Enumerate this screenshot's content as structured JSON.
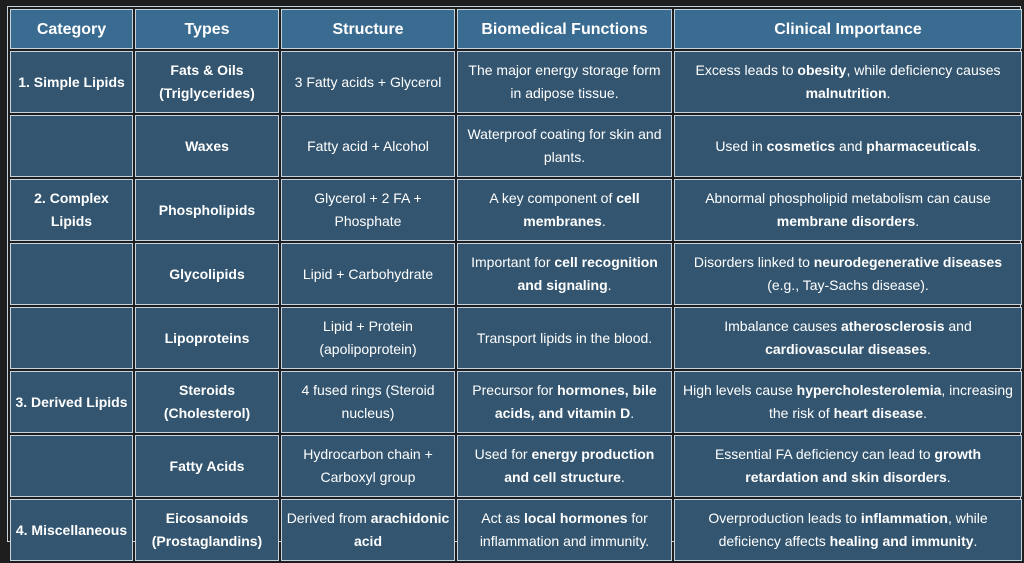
{
  "table": {
    "headers": [
      "Category",
      "Types",
      "Structure",
      "Biomedical Functions",
      "Clinical Importance"
    ],
    "colors": {
      "header_bg": "#3a6b91",
      "cell_bg": "#33556f",
      "border": "#c6d2dd",
      "text": "#ffffff"
    },
    "rows": [
      {
        "category": "1. Simple Lipids",
        "type": "Fats & Oils (Triglycerides)",
        "structure": [
          {
            "t": "3 Fatty acids + Glycerol"
          }
        ],
        "function": [
          {
            "t": "The major energy storage form in adipose tissue."
          }
        ],
        "clinical": [
          {
            "t": "Excess leads to "
          },
          {
            "t": "obesity",
            "b": true
          },
          {
            "t": ", while deficiency causes "
          },
          {
            "t": "malnutrition",
            "b": true
          },
          {
            "t": "."
          }
        ]
      },
      {
        "category": "",
        "type": "Waxes",
        "structure": [
          {
            "t": "Fatty acid + Alcohol"
          }
        ],
        "function": [
          {
            "t": "Waterproof coating for skin and plants."
          }
        ],
        "clinical": [
          {
            "t": "Used in "
          },
          {
            "t": "cosmetics",
            "b": true
          },
          {
            "t": " and "
          },
          {
            "t": "pharmaceuticals",
            "b": true
          },
          {
            "t": "."
          }
        ]
      },
      {
        "category": "2. Complex Lipids",
        "type": "Phospholipids",
        "structure": [
          {
            "t": "Glycerol + 2 FA + Phosphate"
          }
        ],
        "function": [
          {
            "t": "A key component of "
          },
          {
            "t": "cell membranes",
            "b": true
          },
          {
            "t": "."
          }
        ],
        "clinical": [
          {
            "t": "Abnormal phospholipid metabolism can cause "
          },
          {
            "t": "membrane disorders",
            "b": true
          },
          {
            "t": "."
          }
        ]
      },
      {
        "category": "",
        "type": "Glycolipids",
        "structure": [
          {
            "t": "Lipid + Carbohydrate"
          }
        ],
        "function": [
          {
            "t": "Important for "
          },
          {
            "t": "cell recognition and signaling",
            "b": true
          },
          {
            "t": "."
          }
        ],
        "clinical": [
          {
            "t": "Disorders linked to "
          },
          {
            "t": "neurodegenerative diseases",
            "b": true
          },
          {
            "t": " (e.g., Tay-Sachs disease)."
          }
        ]
      },
      {
        "category": "",
        "type": "Lipoproteins",
        "structure": [
          {
            "t": "Lipid + Protein (apolipoprotein)"
          }
        ],
        "function": [
          {
            "t": "Transport lipids in the blood."
          }
        ],
        "clinical": [
          {
            "t": "Imbalance causes "
          },
          {
            "t": "atherosclerosis",
            "b": true
          },
          {
            "t": " and "
          },
          {
            "t": "cardiovascular diseases",
            "b": true
          },
          {
            "t": "."
          }
        ]
      },
      {
        "category": "3. Derived Lipids",
        "type": "Steroids (Cholesterol)",
        "structure": [
          {
            "t": "4 fused rings (Steroid nucleus)"
          }
        ],
        "function": [
          {
            "t": "Precursor for "
          },
          {
            "t": "hormones, bile acids, and vitamin D",
            "b": true
          },
          {
            "t": "."
          }
        ],
        "clinical": [
          {
            "t": "High levels cause "
          },
          {
            "t": "hypercholesterolemia",
            "b": true
          },
          {
            "t": ", increasing the risk of "
          },
          {
            "t": "heart disease",
            "b": true
          },
          {
            "t": "."
          }
        ]
      },
      {
        "category": "",
        "type": "Fatty Acids",
        "structure": [
          {
            "t": "Hydrocarbon chain + Carboxyl group"
          }
        ],
        "function": [
          {
            "t": "Used for "
          },
          {
            "t": "energy production and cell structure",
            "b": true
          },
          {
            "t": "."
          }
        ],
        "clinical": [
          {
            "t": "Essential FA deficiency can lead to "
          },
          {
            "t": "growth retardation and skin disorders",
            "b": true
          },
          {
            "t": "."
          }
        ]
      },
      {
        "category": "4. Miscellaneous",
        "type": "Eicosanoids (Prostaglandins)",
        "structure": [
          {
            "t": "Derived from "
          },
          {
            "t": "arachidonic acid",
            "b": true
          }
        ],
        "function": [
          {
            "t": "Act as "
          },
          {
            "t": "local hormones",
            "b": true
          },
          {
            "t": " for inflammation and immunity."
          }
        ],
        "clinical": [
          {
            "t": "Overproduction leads to "
          },
          {
            "t": "inflammation",
            "b": true
          },
          {
            "t": ", while deficiency affects "
          },
          {
            "t": "healing and immunity",
            "b": true
          },
          {
            "t": "."
          }
        ]
      }
    ]
  }
}
